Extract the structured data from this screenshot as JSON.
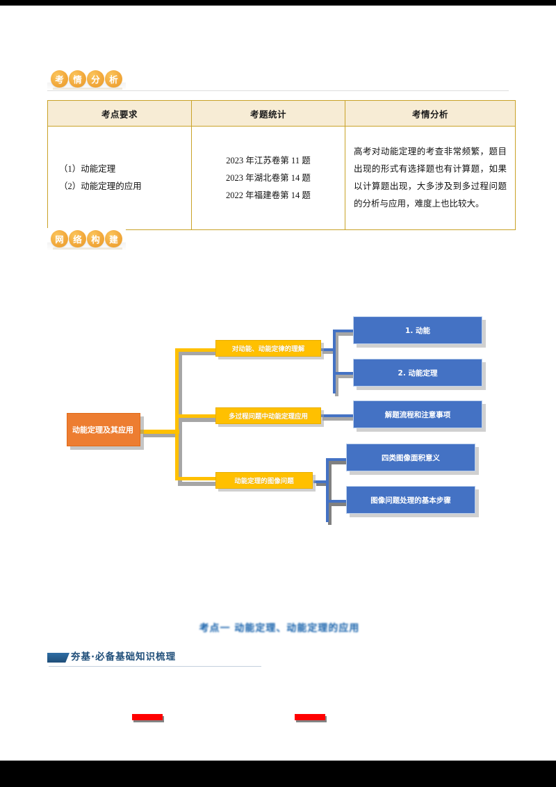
{
  "page": {
    "background_color": "#000000",
    "paper_color": "#ffffff"
  },
  "sections": {
    "exam_analysis_badge": {
      "name": "考情分析",
      "chars": [
        "考",
        "情",
        "分",
        "析"
      ],
      "coin_color": "#f2a93c"
    },
    "network_badge": {
      "name": "网络构建",
      "chars": [
        "网",
        "络",
        "构",
        "建"
      ],
      "coin_color": "#f2a93c"
    }
  },
  "exam_table": {
    "border_color": "#c9a227",
    "header_bg": "#f7ecd5",
    "headers": [
      "考点要求",
      "考题统计",
      "考情分析"
    ],
    "row": {
      "requirements": [
        "（1）动能定理",
        "（2）动能定理的应用"
      ],
      "statistics": [
        "2023 年江苏卷第 11 题",
        "2023 年湖北卷第 14 题",
        "2022 年福建卷第 14 题"
      ],
      "analysis": "高考对动能定理的考查非常频繁，题目出现的形式有选择题也有计算题，如果以计算题出现，大多涉及到多过程问题的分析与应用，难度上也比较大。"
    }
  },
  "mind_map": {
    "root": {
      "label": "动能定理及其应用",
      "color": "#ed7d31"
    },
    "branches": [
      {
        "label": "对动能、动能定律的理解",
        "color": "#ffc000",
        "children": [
          {
            "label": "1. 动能",
            "color": "#4472c4"
          },
          {
            "label": "2. 动能定理",
            "color": "#4472c4"
          }
        ]
      },
      {
        "label": "多过程问题中动能定理应用",
        "color": "#ffc000",
        "children": [
          {
            "label": "解题流程和注意事项",
            "color": "#4472c4"
          }
        ]
      },
      {
        "label": "动能定理的图像问题",
        "color": "#ffc000",
        "children": [
          {
            "label": "四类图像面积意义",
            "color": "#4472c4"
          },
          {
            "label": "图像问题处理的基本步骤",
            "color": "#4472c4"
          }
        ]
      }
    ]
  },
  "bottom": {
    "blue_title": "考点一  动能定理、动能定理的应用",
    "subhead": "夯基·必备基础知识梳理",
    "subhead_color": "#1f4e79",
    "redaction_color": "#ff0000"
  }
}
